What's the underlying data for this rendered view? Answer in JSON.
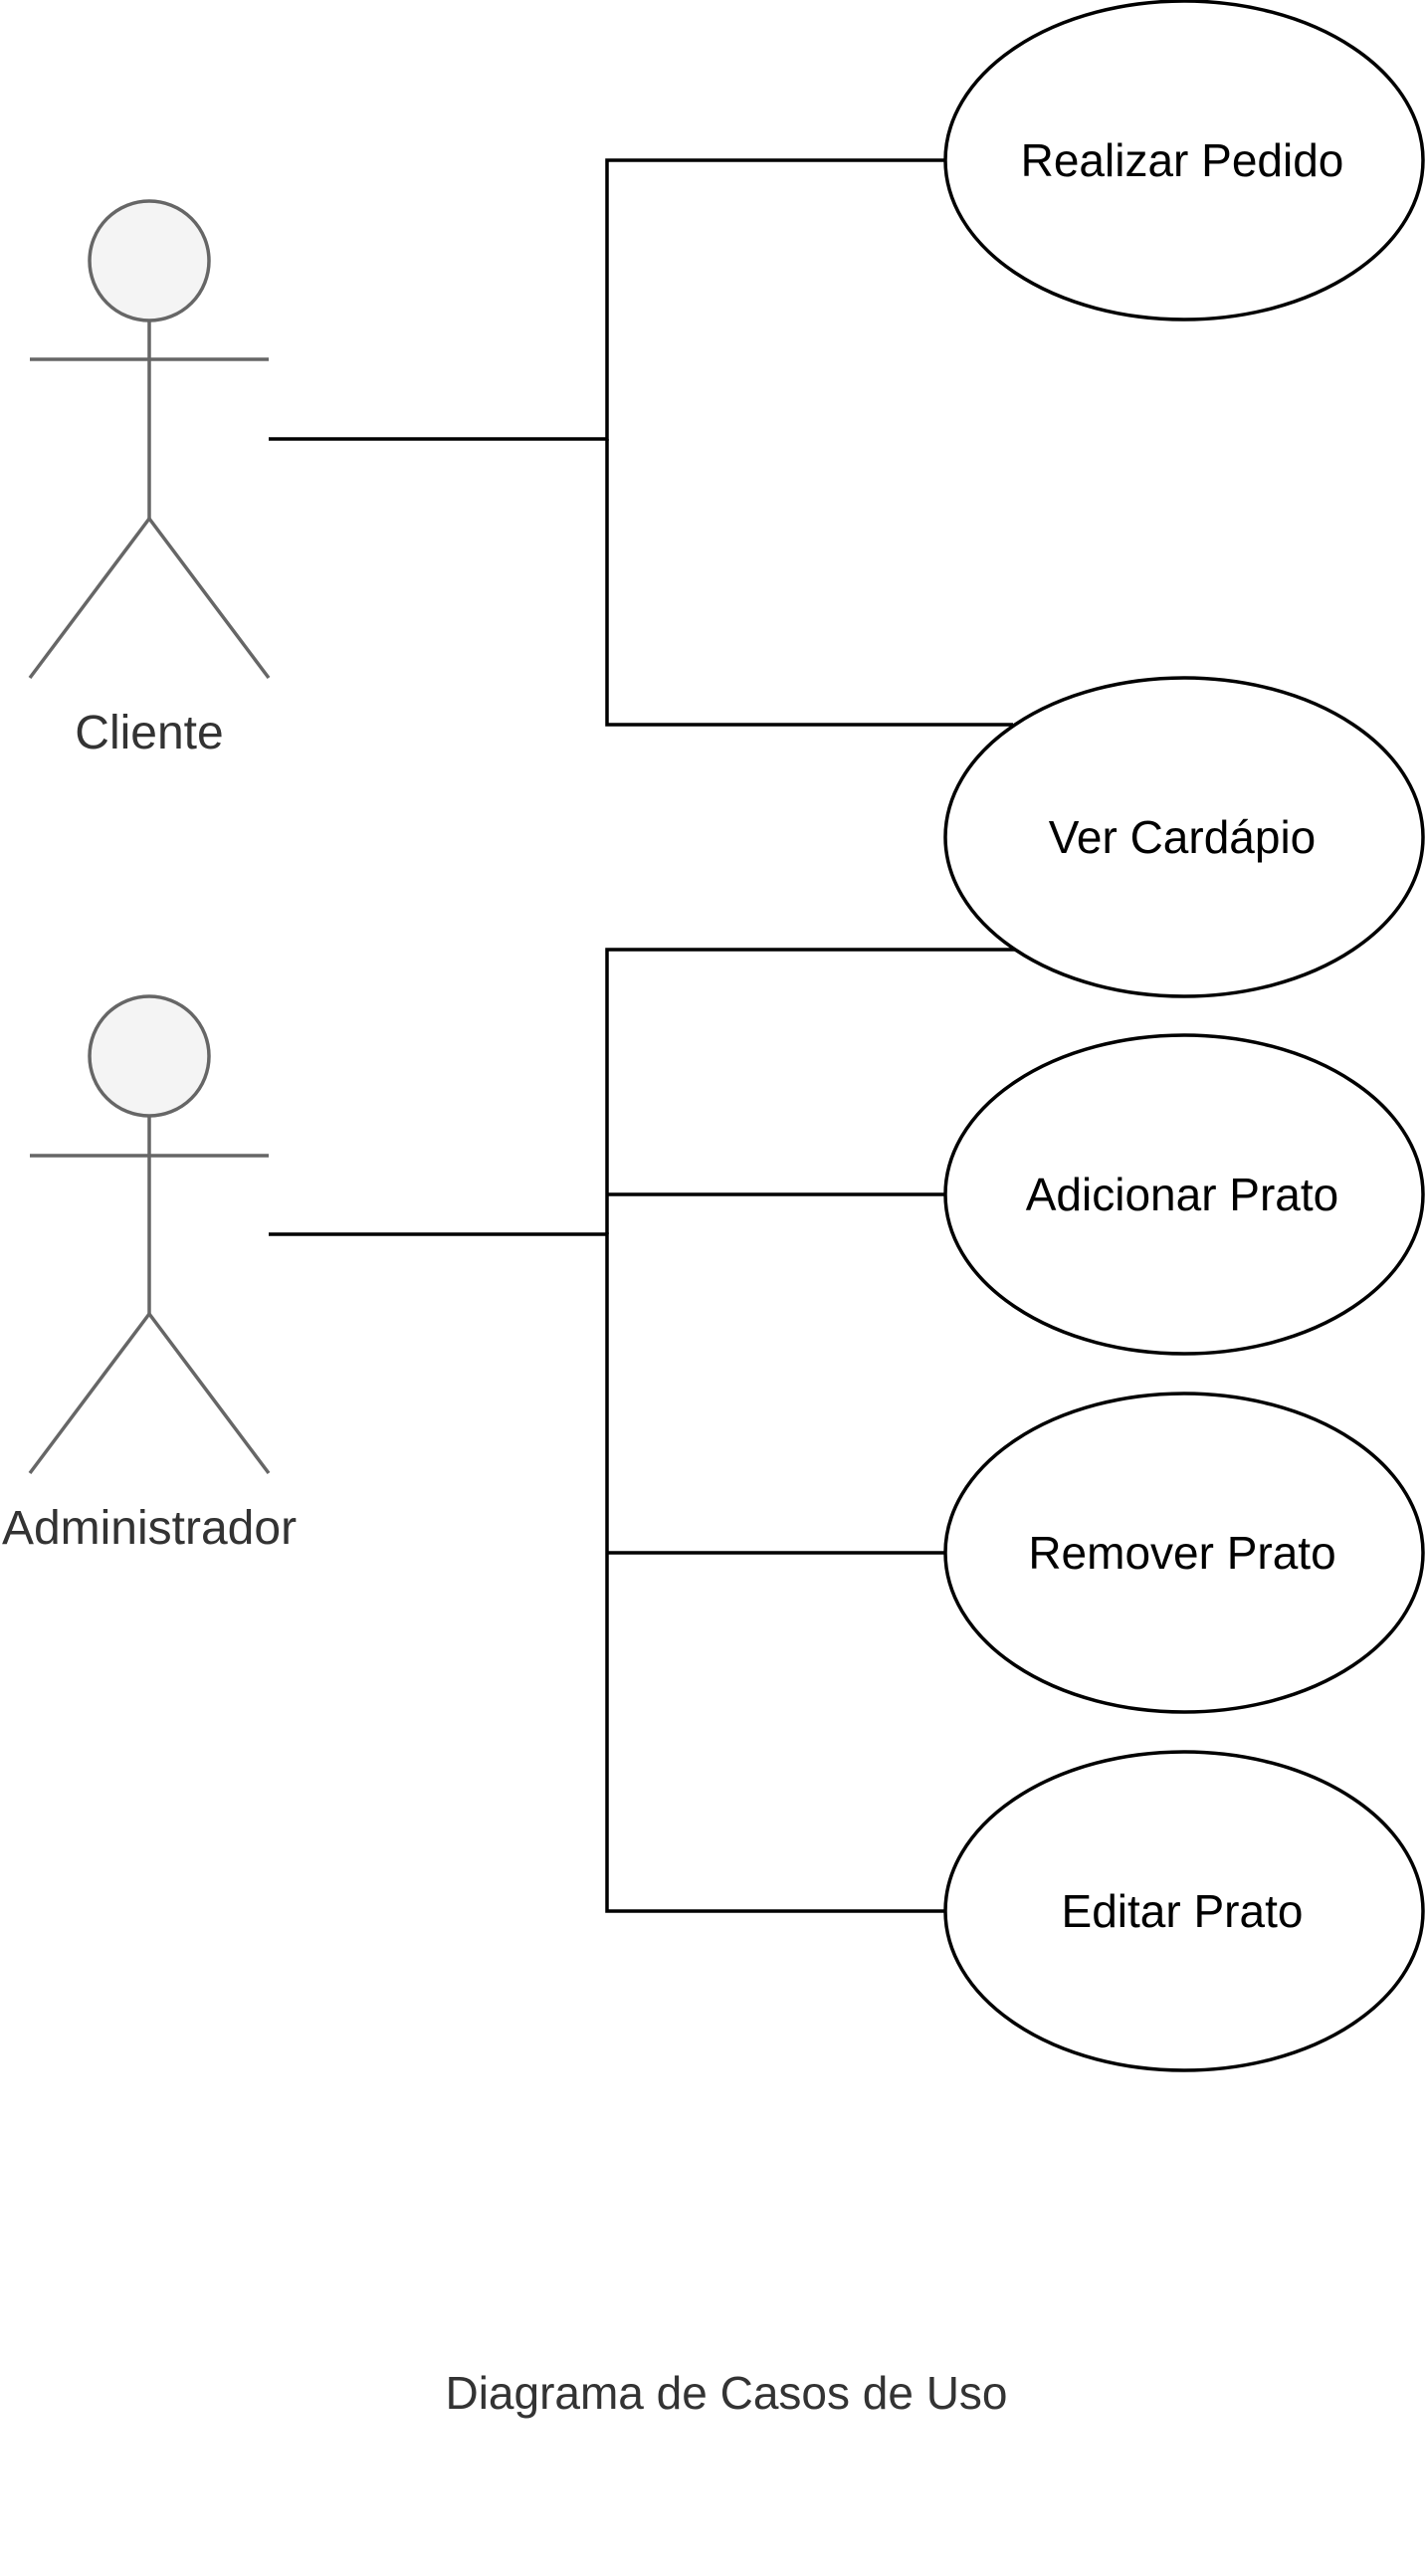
{
  "actors": [
    {
      "name": "Cliente"
    },
    {
      "name": "Administrador"
    }
  ],
  "use_cases": [
    {
      "label": "Realizar Pedido"
    },
    {
      "label": "Ver Cardápio"
    },
    {
      "label": "Adicionar Prato"
    },
    {
      "label": "Remover Prato"
    },
    {
      "label": "Editar Prato"
    }
  ],
  "caption": "Diagrama de Casos de Uso",
  "colors": {
    "actor_stroke": "#666666",
    "actor_fill": "#f4f4f4",
    "line": "#000000"
  }
}
